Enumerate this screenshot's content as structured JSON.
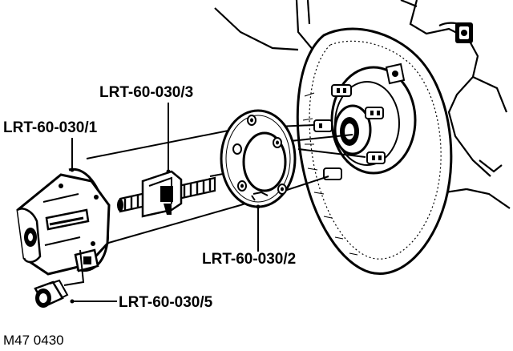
{
  "callouts": {
    "tool_1": "LRT-60-030/1",
    "tool_2": "LRT-60-030/2",
    "tool_3": "LRT-60-030/3",
    "tool_5": "LRT-60-030/5"
  },
  "figure_ref": "M47 0430"
}
